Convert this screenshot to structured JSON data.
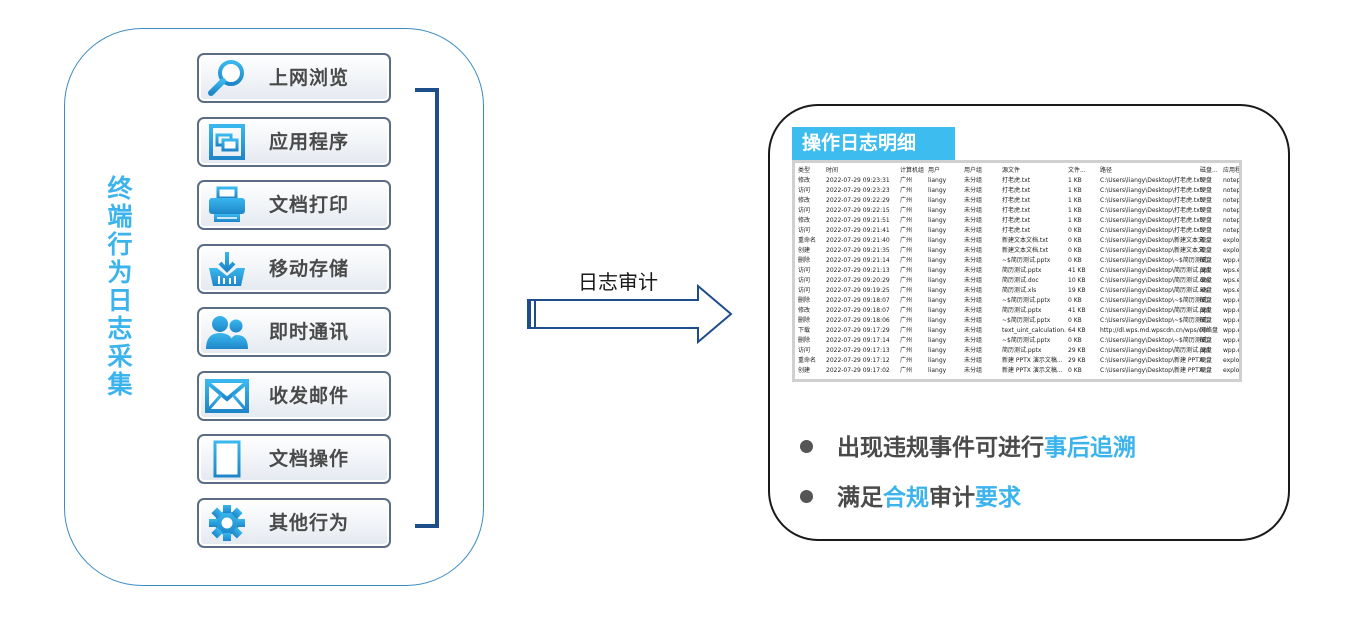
{
  "left": {
    "vertical_label": "终端行为日志采集",
    "behaviors": [
      {
        "label": "上网浏览",
        "icon": "magnifier-icon"
      },
      {
        "label": "应用程序",
        "icon": "app-window-icon"
      },
      {
        "label": "文档打印",
        "icon": "printer-icon"
      },
      {
        "label": "移动存储",
        "icon": "usb-storage-icon"
      },
      {
        "label": "即时通讯",
        "icon": "users-icon"
      },
      {
        "label": "收发邮件",
        "icon": "envelope-icon"
      },
      {
        "label": "文档操作",
        "icon": "document-icon"
      },
      {
        "label": "其他行为",
        "icon": "gear-icon"
      }
    ]
  },
  "arrow": {
    "label": "日志审计"
  },
  "right": {
    "title": "操作日志明细",
    "log_headers": [
      "类型",
      "时间",
      "计算机组",
      "用户",
      "用户组",
      "源文件",
      "文件...",
      "路径",
      "磁盘...",
      "应用程序"
    ],
    "log_rows": [
      [
        "修改",
        "2022-07-29 09:23:31",
        "广州",
        "liangy",
        "未分组",
        "打老虎.txt",
        "1 KB",
        "C:\\Users\\liangy\\Desktop\\打老虎.txt",
        "硬盘",
        "notepad.exe"
      ],
      [
        "访问",
        "2022-07-29 09:23:23",
        "广州",
        "liangy",
        "未分组",
        "打老虎.txt",
        "1 KB",
        "C:\\Users\\liangy\\Desktop\\打老虎.txt",
        "硬盘",
        "notepad.exe"
      ],
      [
        "修改",
        "2022-07-29 09:22:29",
        "广州",
        "liangy",
        "未分组",
        "打老虎.txt",
        "1 KB",
        "C:\\Users\\liangy\\Desktop\\打老虎.txt",
        "硬盘",
        "notepad.exe"
      ],
      [
        "访问",
        "2022-07-29 09:22:15",
        "广州",
        "liangy",
        "未分组",
        "打老虎.txt",
        "1 KB",
        "C:\\Users\\liangy\\Desktop\\打老虎.txt",
        "硬盘",
        "notepad.exe"
      ],
      [
        "修改",
        "2022-07-29 09:21:51",
        "广州",
        "liangy",
        "未分组",
        "打老虎.txt",
        "1 KB",
        "C:\\Users\\liangy\\Desktop\\打老虎.txt",
        "硬盘",
        "notepad.exe"
      ],
      [
        "访问",
        "2022-07-29 09:21:41",
        "广州",
        "liangy",
        "未分组",
        "打老虎.txt",
        "0 KB",
        "C:\\Users\\liangy\\Desktop\\打老虎.txt",
        "硬盘",
        "notepad.exe"
      ],
      [
        "重命名",
        "2022-07-29 09:21:40",
        "广州",
        "liangy",
        "未分组",
        "新建文本文档.txt",
        "0 KB",
        "C:\\Users\\liangy\\Desktop\\新建文本文...",
        "硬盘",
        "explorer.exe"
      ],
      [
        "创建",
        "2022-07-29 09:21:35",
        "广州",
        "liangy",
        "未分组",
        "新建文本文档.txt",
        "0 KB",
        "C:\\Users\\liangy\\Desktop\\新建文本文...",
        "硬盘",
        "explorer.exe"
      ],
      [
        "删除",
        "2022-07-29 09:21:14",
        "广州",
        "liangy",
        "未分组",
        "~$简历测试.pptx",
        "0 KB",
        "C:\\Users\\liangy\\Desktop\\~$简历测试...",
        "硬盘",
        "wpp.exe"
      ],
      [
        "访问",
        "2022-07-29 09:21:13",
        "广州",
        "liangy",
        "未分组",
        "简历测试.pptx",
        "41 KB",
        "C:\\Users\\liangy\\Desktop\\简历测试.pptx",
        "硬盘",
        "wps.exe"
      ],
      [
        "访问",
        "2022-07-29 09:20:29",
        "广州",
        "liangy",
        "未分组",
        "简历测试.doc",
        "10 KB",
        "C:\\Users\\liangy\\Desktop\\简历测试.doc",
        "硬盘",
        "wps.exe"
      ],
      [
        "访问",
        "2022-07-29 09:19:25",
        "广州",
        "liangy",
        "未分组",
        "简历测试.xls",
        "19 KB",
        "C:\\Users\\liangy\\Desktop\\简历测试.xls",
        "硬盘",
        "wps.exe"
      ],
      [
        "删除",
        "2022-07-29 09:18:07",
        "广州",
        "liangy",
        "未分组",
        "~$简历测试.pptx",
        "0 KB",
        "C:\\Users\\liangy\\Desktop\\~$简历测试...",
        "硬盘",
        "wpp.exe"
      ],
      [
        "修改",
        "2022-07-29 09:18:07",
        "广州",
        "liangy",
        "未分组",
        "简历测试.pptx",
        "41 KB",
        "C:\\Users\\liangy\\Desktop\\简历测试.pptx",
        "硬盘",
        "wpp.exe"
      ],
      [
        "删除",
        "2022-07-29 09:18:06",
        "广州",
        "liangy",
        "未分组",
        "~$简历测试.pptx",
        "0 KB",
        "C:\\Users\\liangy\\Desktop\\~$简历测试...",
        "硬盘",
        "wpp.exe"
      ],
      [
        "下载",
        "2022-07-29 09:17:29",
        "广州",
        "liangy",
        "未分组",
        "text_uint_calculation...",
        "64 KB",
        "http://dl.wps.md.wpscdn.cn/wps/cdn...",
        "网络盘",
        "wpp.exe"
      ],
      [
        "删除",
        "2022-07-29 09:17:14",
        "广州",
        "liangy",
        "未分组",
        "~$简历测试.pptx",
        "0 KB",
        "C:\\Users\\liangy\\Desktop\\~$简历测试...",
        "硬盘",
        "wpp.exe"
      ],
      [
        "访问",
        "2022-07-29 09:17:13",
        "广州",
        "liangy",
        "未分组",
        "简历测试.pptx",
        "29 KB",
        "C:\\Users\\liangy\\Desktop\\简历测试.pptx",
        "硬盘",
        "wpp.exe"
      ],
      [
        "重命名",
        "2022-07-29 09:17:12",
        "广州",
        "liangy",
        "未分组",
        "新建 PPTX 演示文稿...",
        "29 KB",
        "C:\\Users\\liangy\\Desktop\\新建 PPTX ...",
        "硬盘",
        "explorer.exe"
      ],
      [
        "创建",
        "2022-07-29 09:17:02",
        "广州",
        "liangy",
        "未分组",
        "新建 PPTX 演示文稿...",
        "0 KB",
        "C:\\Users\\liangy\\Desktop\\新建 PPTX ...",
        "硬盘",
        "explorer.exe"
      ]
    ],
    "bullets": [
      [
        {
          "t": "出现违规事件可进行",
          "hl": false
        },
        {
          "t": "事后追溯",
          "hl": true
        }
      ],
      [
        {
          "t": "满足",
          "hl": false
        },
        {
          "t": "合规",
          "hl": true
        },
        {
          "t": "审计",
          "hl": false
        },
        {
          "t": "要求",
          "hl": true
        }
      ]
    ]
  },
  "colors": {
    "accent": "#3bb3ec",
    "bracket": "#1e4d8c",
    "panel_border": "#3a8bc4"
  }
}
